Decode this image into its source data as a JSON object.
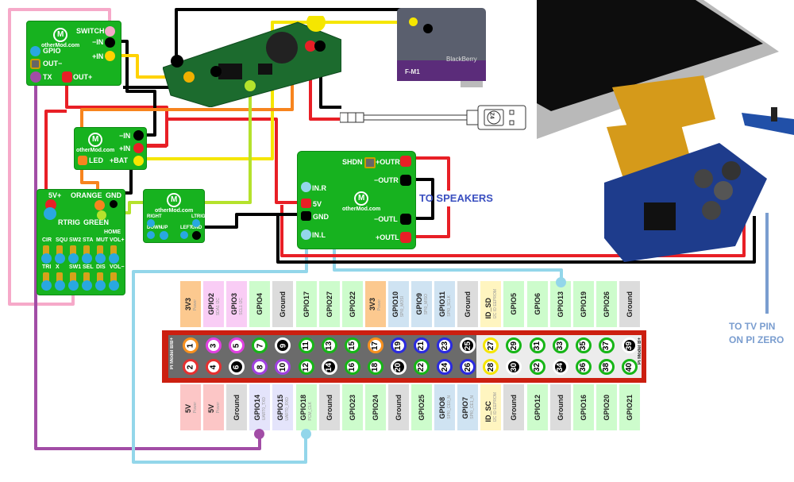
{
  "colors": {
    "board_green": "#17b21f",
    "wire_red": "#e81f26",
    "wire_black": "#000000",
    "wire_yellow": "#ffd200",
    "wire_bright_yellow": "#f5e600",
    "wire_orange": "#f7841e",
    "wire_lime": "#b5e22c",
    "wire_pink": "#f6a9c9",
    "wire_purple": "#a24da6",
    "wire_lightblue": "#93d6ea",
    "wire_steelblue": "#7a9dcf",
    "header_red": "#cc1f10",
    "speakers_text": "#3a4fc0",
    "tv_text": "#7a9dcf"
  },
  "switch_board": {
    "brand": "otherMod.com",
    "labels": [
      "SWITCH",
      "−IN",
      "+IN",
      "GPIO",
      "OUT−",
      "TX",
      "OUT+"
    ]
  },
  "charger_board": {
    "brand": "otherMod.com",
    "labels": [
      "−IN",
      "+IN",
      "LED",
      "+BAT"
    ]
  },
  "controller_board": {
    "top_labels": [
      "5V+",
      "ORANGE",
      "GND",
      "RTRIG",
      "GREEN",
      "HOME"
    ],
    "row1": [
      "CIR",
      "SQU",
      "SW2",
      "STA",
      "MUT",
      "VOL+"
    ],
    "row2": [
      "TRI",
      "X",
      "SW1",
      "SEL",
      "DIS",
      "VOL−"
    ]
  },
  "dpad_board": {
    "brand": "otherMod.com",
    "labels": [
      "RIGHT",
      "DOWN",
      "UP",
      "LEFT",
      "LTRIG",
      "GND"
    ]
  },
  "amp_board": {
    "brand": "otherMod.com",
    "labels": [
      "SHDN",
      "+OUTR",
      "−OUTR",
      "IN.R",
      "5V",
      "GND",
      "IN.L",
      "−OUTL",
      "+OUTL"
    ]
  },
  "battery": {
    "brand": "BlackBerry",
    "model": "F-M1"
  },
  "usb_cable": {
    "label": "Z4"
  },
  "notes": {
    "speakers": "TO SPEAKERS",
    "tv_line1": "TO TV PIN",
    "tv_line2": "ON PI ZERO"
  },
  "gpio_header": {
    "model_left": "Pi Model B/B+",
    "model_right": "Pi Model B+",
    "top_row": [
      {
        "pin": 1,
        "name": "3V3",
        "sub": "Power",
        "type": "power3"
      },
      {
        "pin": 3,
        "name": "GPIO2",
        "sub": "SDA1 I2C",
        "type": "i2c"
      },
      {
        "pin": 5,
        "name": "GPIO3",
        "sub": "SCL1 I2C",
        "type": "i2c"
      },
      {
        "pin": 7,
        "name": "GPIO4",
        "sub": "",
        "type": "gpio"
      },
      {
        "pin": 9,
        "name": "Ground",
        "sub": "",
        "type": "ground"
      },
      {
        "pin": 11,
        "name": "GPIO17",
        "sub": "",
        "type": "gpio"
      },
      {
        "pin": 13,
        "name": "GPIO27",
        "sub": "",
        "type": "gpio"
      },
      {
        "pin": 15,
        "name": "GPIO22",
        "sub": "",
        "type": "gpio"
      },
      {
        "pin": 17,
        "name": "3V3",
        "sub": "Power",
        "type": "power3"
      },
      {
        "pin": 19,
        "name": "GPIO10",
        "sub": "SPI0_MOSI",
        "type": "spi"
      },
      {
        "pin": 21,
        "name": "GPIO9",
        "sub": "SPI0_MISO",
        "type": "spi"
      },
      {
        "pin": 23,
        "name": "GPIO11",
        "sub": "SPI0_SCLK",
        "type": "spi"
      },
      {
        "pin": 25,
        "name": "Ground",
        "sub": "",
        "type": "ground"
      },
      {
        "pin": 27,
        "name": "ID_SD",
        "sub": "I2C ID EEPROM",
        "type": "id"
      },
      {
        "pin": 29,
        "name": "GPIO5",
        "sub": "",
        "type": "gpio"
      },
      {
        "pin": 31,
        "name": "GPIO6",
        "sub": "",
        "type": "gpio"
      },
      {
        "pin": 33,
        "name": "GPIO13",
        "sub": "",
        "type": "gpio"
      },
      {
        "pin": 35,
        "name": "GPIO19",
        "sub": "",
        "type": "gpio"
      },
      {
        "pin": 37,
        "name": "GPIO26",
        "sub": "",
        "type": "gpio"
      },
      {
        "pin": 39,
        "name": "Ground",
        "sub": "",
        "type": "ground"
      }
    ],
    "bottom_row": [
      {
        "pin": 2,
        "name": "5V",
        "sub": "Power",
        "type": "power5"
      },
      {
        "pin": 4,
        "name": "5V",
        "sub": "Power",
        "type": "power5"
      },
      {
        "pin": 6,
        "name": "Ground",
        "sub": "",
        "type": "ground"
      },
      {
        "pin": 8,
        "name": "GPIO14",
        "sub": "UART0_TXD",
        "type": "uart"
      },
      {
        "pin": 10,
        "name": "GPIO15",
        "sub": "UART0_RXD",
        "type": "uart"
      },
      {
        "pin": 12,
        "name": "GPIO18",
        "sub": "PCM_CLK",
        "type": "gpio"
      },
      {
        "pin": 14,
        "name": "Ground",
        "sub": "",
        "type": "ground"
      },
      {
        "pin": 16,
        "name": "GPIO23",
        "sub": "",
        "type": "gpio"
      },
      {
        "pin": 18,
        "name": "GPIO24",
        "sub": "",
        "type": "gpio"
      },
      {
        "pin": 20,
        "name": "Ground",
        "sub": "",
        "type": "ground"
      },
      {
        "pin": 22,
        "name": "GPIO25",
        "sub": "",
        "type": "gpio"
      },
      {
        "pin": 24,
        "name": "GPIO8",
        "sub": "SPI0_CE0_N",
        "type": "spi"
      },
      {
        "pin": 26,
        "name": "GPIO7",
        "sub": "SPI0_CE1_N",
        "type": "spi"
      },
      {
        "pin": 28,
        "name": "ID_SC",
        "sub": "I2C ID EEPROM",
        "type": "id"
      },
      {
        "pin": 30,
        "name": "Ground",
        "sub": "",
        "type": "ground"
      },
      {
        "pin": 32,
        "name": "GPIO12",
        "sub": "",
        "type": "gpio"
      },
      {
        "pin": 34,
        "name": "Ground",
        "sub": "",
        "type": "ground"
      },
      {
        "pin": 36,
        "name": "GPIO16",
        "sub": "",
        "type": "gpio"
      },
      {
        "pin": 38,
        "name": "GPIO20",
        "sub": "",
        "type": "gpio"
      },
      {
        "pin": 40,
        "name": "GPIO21",
        "sub": "",
        "type": "gpio"
      }
    ]
  }
}
